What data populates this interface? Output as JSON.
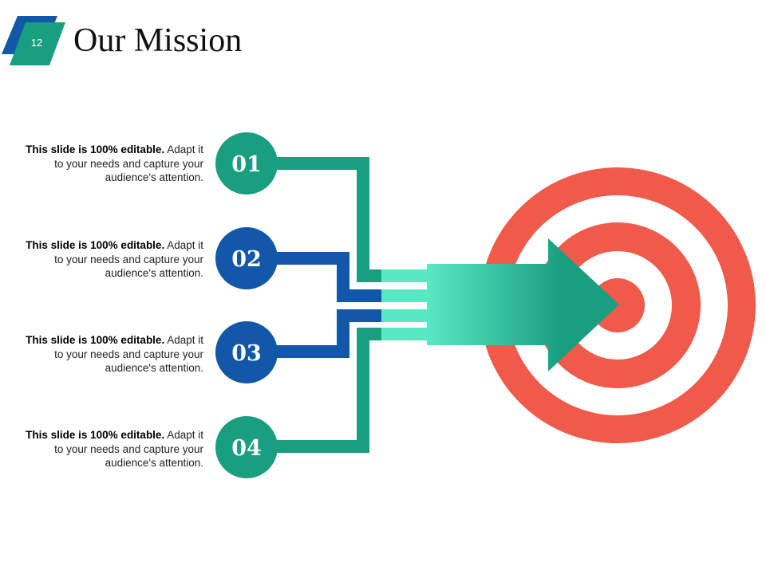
{
  "slide": {
    "number": "12",
    "title": "Our Mission"
  },
  "steps": [
    {
      "number": "01",
      "bold": "This slide is 100% editable.",
      "text": " Adapt it to your needs and capture your audience's attention."
    },
    {
      "number": "02",
      "bold": "This slide is 100% editable.",
      "text": " Adapt it to your needs and capture your audience's attention."
    },
    {
      "number": "03",
      "bold": "This slide is 100% editable.",
      "text": " Adapt it to your needs and capture your audience's attention."
    },
    {
      "number": "04",
      "bold": "This slide is 100% editable.",
      "text": " Adapt it to your needs and capture your audience's attention."
    }
  ],
  "colors": {
    "teal": "#1a9e80",
    "blue": "#1257a8",
    "target_red": "#ef5a4a",
    "arrow_light": "#59e8c4",
    "arrow_dark": "#1a9e80"
  },
  "icons": [
    "target-icon",
    "arrow-icon"
  ]
}
